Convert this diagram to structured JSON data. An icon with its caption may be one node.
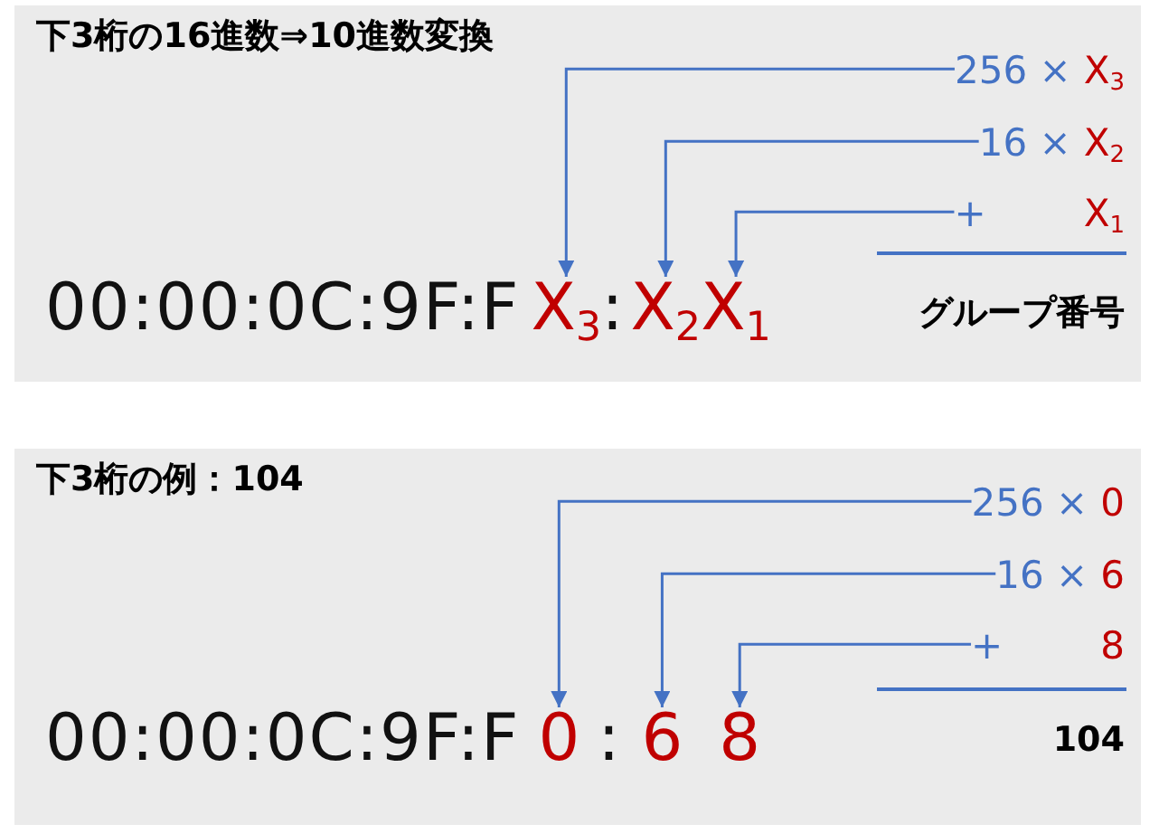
{
  "diagram": {
    "nodes": [
      {
        "text": [
          "下3桁の16進数⇒10進数変換"
        ]
      },
      {
        "text": [
          "256 ×",
          "X$_{3}$"
        ],
        "in": 0
      },
      {
        "text": [
          "16 ×",
          "X$_{2}$"
        ],
        "in": 0
      },
      {
        "text": [
          "+",
          "X$_{1}$"
        ],
        "in": 0
      },
      {
        "text": [
          "X$_{3}$"
        ],
        "in": 0
      },
      {
        "text": [
          "X$_{2}$"
        ],
        "in": 0
      },
      {
        "text": [
          "X$_{1}$"
        ],
        "in": 0
      },
      {
        "text": [
          "下3桁の例：104"
        ]
      },
      {
        "text": [
          "256 ×",
          "0"
        ],
        "in": 7
      },
      {
        "text": [
          "16 ×",
          "6"
        ],
        "in": 7
      },
      {
        "text": [
          "+",
          "8"
        ],
        "in": 7
      },
      {
        "text": [
          "0"
        ],
        "in": 7
      },
      {
        "text": [
          "6"
        ],
        "in": 7
      },
      {
        "text": [
          "8"
        ],
        "in": 7
      }
    ],
    "edges": [
      {
        "from": 1,
        "to": 4,
        "arrow": "to"
      },
      {
        "from": 2,
        "to": 5,
        "arrow": "to"
      },
      {
        "from": 3,
        "to": 6,
        "arrow": "to"
      },
      {
        "from": 8,
        "to": 11,
        "arrow": "to"
      },
      {
        "from": 9,
        "to": 12,
        "arrow": "to"
      },
      {
        "from": 10,
        "to": 13,
        "arrow": "to"
      }
    ],
    "labels": [
      "00:00:0C:9F:F",
      ":",
      "グループ番号",
      "00:00:0C:9F:F",
      ":",
      "104"
    ]
  }
}
